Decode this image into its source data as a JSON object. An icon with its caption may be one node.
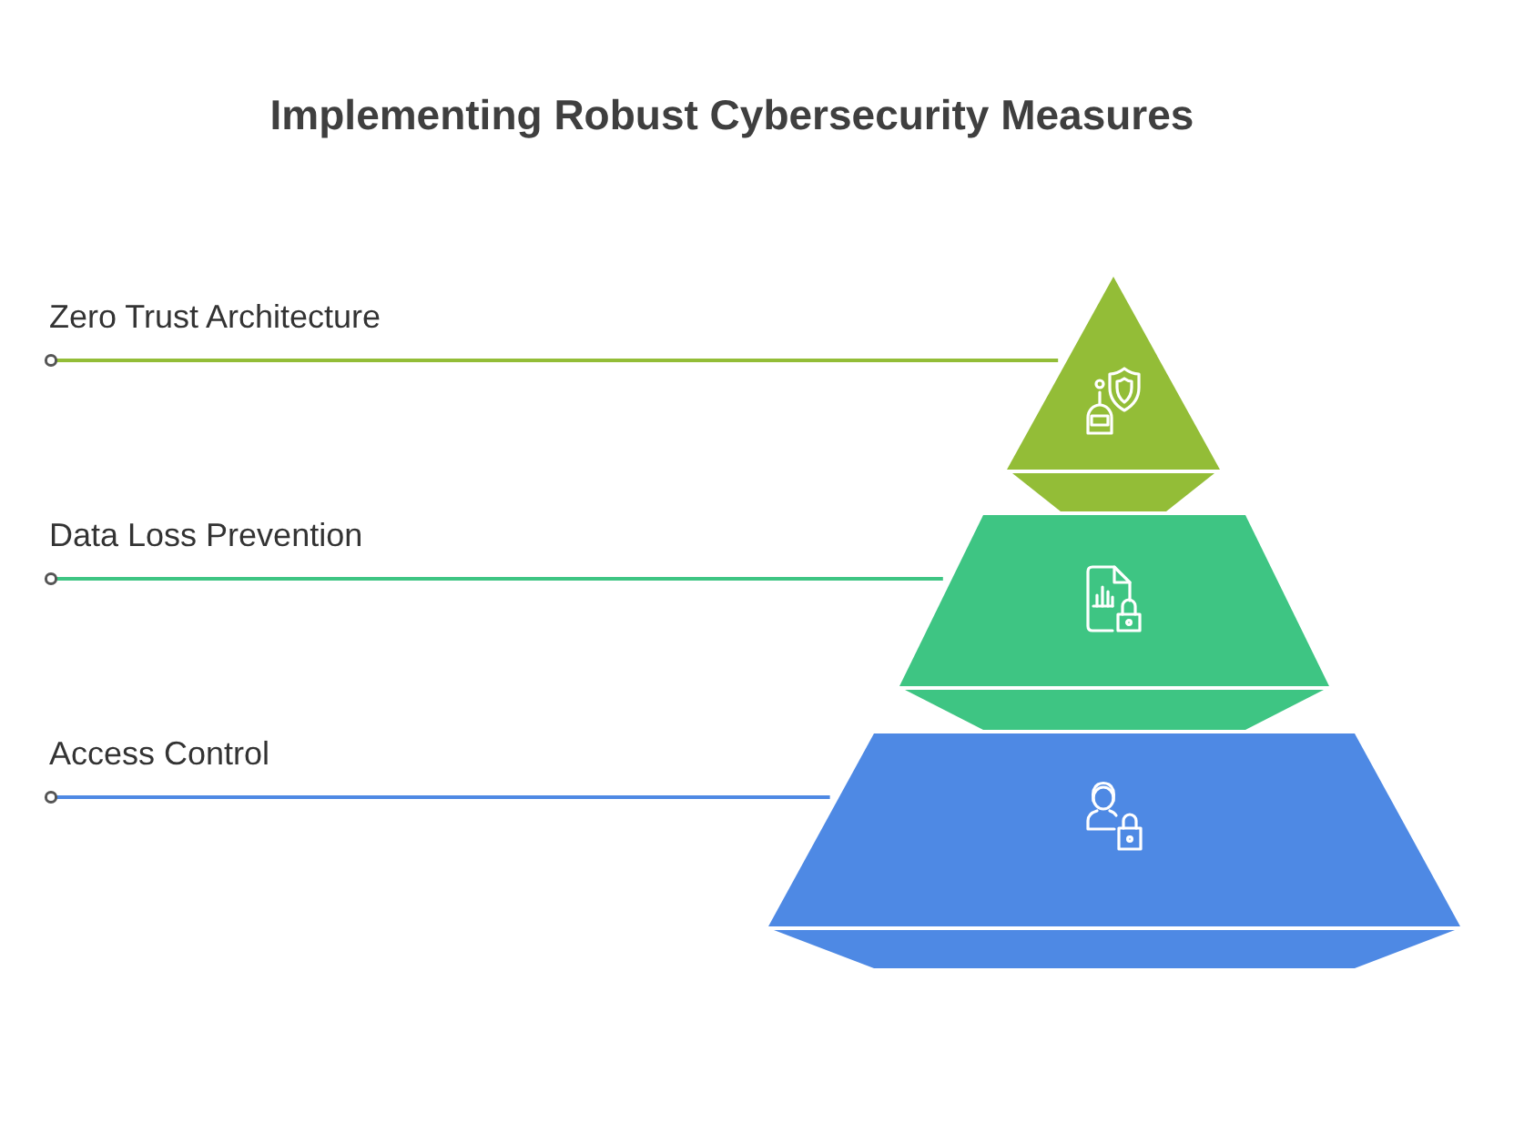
{
  "diagram": {
    "title": "Implementing Robust Cybersecurity Measures",
    "nodes": [
      {
        "text": [
          "Zero Trust Architecture"
        ]
      },
      {
        "text": [],
        "shape": "triangle"
      },
      {
        "text": [
          "Data Loss Prevention"
        ]
      },
      {
        "text": [],
        "shape": "trapezoid"
      },
      {
        "text": [
          "Access Control"
        ]
      },
      {
        "text": [],
        "shape": "trapezoid"
      }
    ],
    "edges": [
      {
        "from": 0,
        "to": 1,
        "arrow": "other",
        "color": "#93bd37"
      },
      {
        "from": 2,
        "to": 3,
        "arrow": "other",
        "color": "#3ec583"
      },
      {
        "from": 4,
        "to": 5,
        "arrow": "other",
        "color": "#4e89e4"
      }
    ]
  }
}
